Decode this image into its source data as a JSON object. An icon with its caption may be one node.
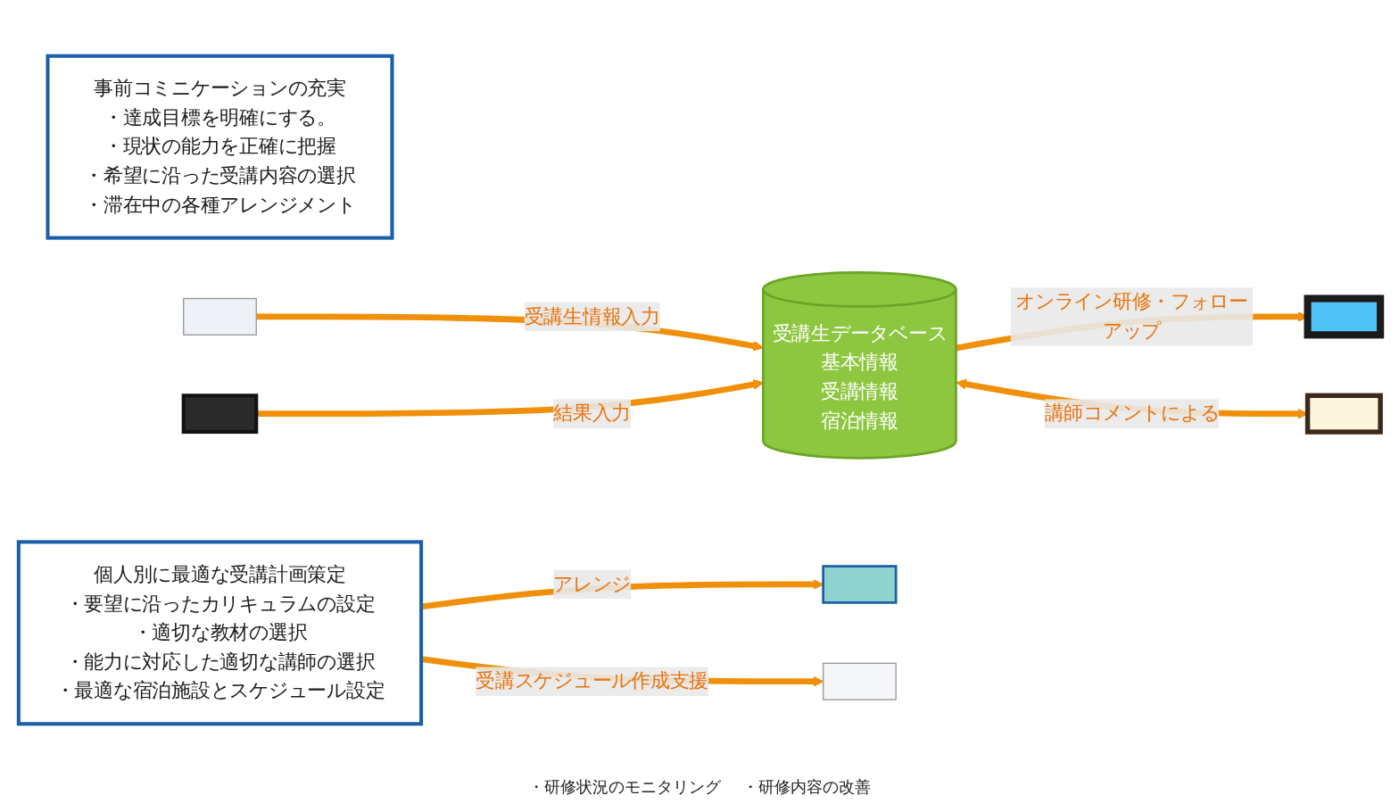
{
  "diagram": {
    "nodes": [
      {
        "text": [
          "事前コミニケーションの充実",
          "・達成目標を明確にする。",
          "・現状の能力を正確に把握",
          "・希望に沿った受講内容の選択",
          "・滞在中の各種アレンジメント"
        ]
      },
      {
        "text": [],
        "shape": "box"
      },
      {
        "text": [
          "受講生データベース",
          "基本情報",
          "受講情報",
          "宿泊情報"
        ]
      },
      {
        "text": [],
        "shape": "box"
      },
      {
        "text": [],
        "shape": "box"
      },
      {
        "text": [],
        "shape": "box"
      },
      {
        "text": [],
        "shape": "box"
      },
      {
        "text": [
          "個人別に最適な受講計画策定",
          "・要望に沿ったカリキュラムの設定",
          "・適切な教材の選択",
          "・能力に対応した適切な講師の選択",
          "・最適な宿泊施設とスケジュール設定"
        ]
      },
      {
        "text": [],
        "shape": "box"
      }
    ],
    "edges": [
      {
        "from": 1,
        "to": 2,
        "arrow": "to",
        "label": "受講生情報入力"
      },
      {
        "from": 2,
        "to": 3,
        "arrow": "to",
        "label": "オンライン研修・フォローアップ"
      },
      {
        "from": 2,
        "to": 4,
        "arrow": "both",
        "label": "講師コメントによる"
      },
      {
        "from": 5,
        "to": 2,
        "arrow": "to",
        "label": "結果入力"
      },
      {
        "from": 7,
        "to": 6,
        "arrow": "to",
        "label": "アレンジ"
      },
      {
        "from": 7,
        "to": 8,
        "arrow": "to",
        "label": "受講スケジュール作成支援"
      }
    ],
    "labels": [
      "・研修状況のモニタリング",
      "・研修内容の改善"
    ]
  }
}
